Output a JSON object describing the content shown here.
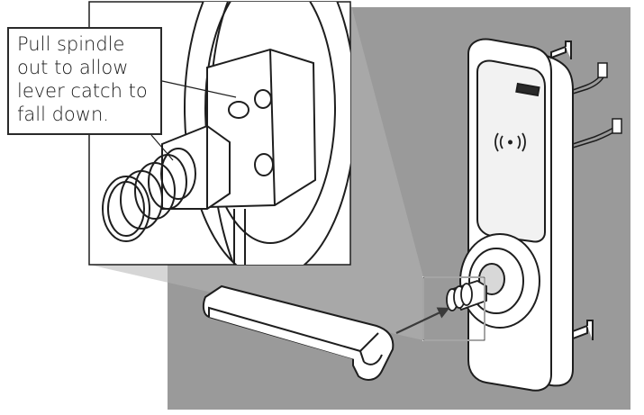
{
  "callout": {
    "lines": [
      "Pull spindle",
      "out to allow",
      "lever catch to",
      "fall down."
    ]
  },
  "colors": {
    "background_panel": "#9a9a9a",
    "line": "#1e1e1e",
    "part_fill": "#ffffff",
    "arrow": "#3a3a3a"
  },
  "icons": {
    "rfid_symbol": "wireless-contactless-icon"
  }
}
